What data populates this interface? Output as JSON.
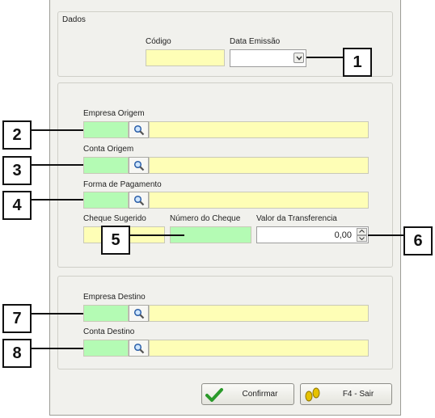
{
  "dados": {
    "group_title": "Dados",
    "codigo_label": "Código",
    "codigo_value": "",
    "data_emissao_label": "Data Emissão",
    "data_emissao_value": ""
  },
  "origem": {
    "empresa_label": "Empresa Origem",
    "conta_label": "Conta Origem",
    "forma_label": "Forma de Pagamento",
    "cheque_sugerido_label": "Cheque Sugerido",
    "numero_cheque_label": "Número do Cheque",
    "valor_label": "Valor da Transferencia",
    "valor_value": "0,00"
  },
  "destino": {
    "empresa_label": "Empresa Destino",
    "conta_label": "Conta Destino"
  },
  "buttons": {
    "confirmar": "Confirmar",
    "sair": "F4 - Sair"
  },
  "callouts": [
    "1",
    "2",
    "3",
    "4",
    "5",
    "6",
    "7",
    "8"
  ],
  "colors": {
    "yellow_field": "#fefeb6",
    "green_field": "#b4fbb4",
    "panel": "#f1f1ed"
  }
}
